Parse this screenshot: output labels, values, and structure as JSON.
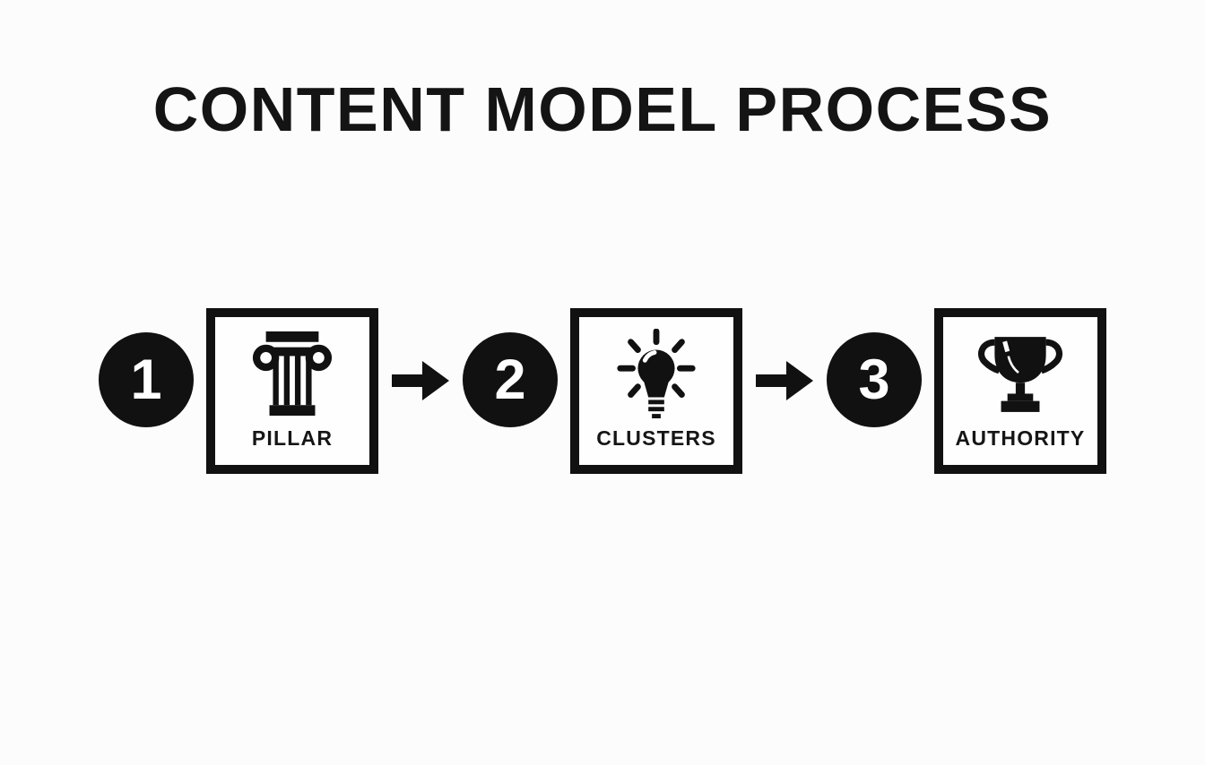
{
  "title": "CONTENT MODEL PROCESS",
  "colors": {
    "ink": "#111111",
    "background": "#fcfcfc",
    "card_fill": "#fefefe",
    "badge_text": "#ffffff"
  },
  "flow": {
    "steps": [
      {
        "number": "1",
        "label": "PILLAR",
        "icon": "pillar-icon"
      },
      {
        "number": "2",
        "label": "CLUSTERS",
        "icon": "lightbulb-icon"
      },
      {
        "number": "3",
        "label": "AUTHORITY",
        "icon": "trophy-icon"
      }
    ],
    "connector": "right-arrow-icon"
  }
}
